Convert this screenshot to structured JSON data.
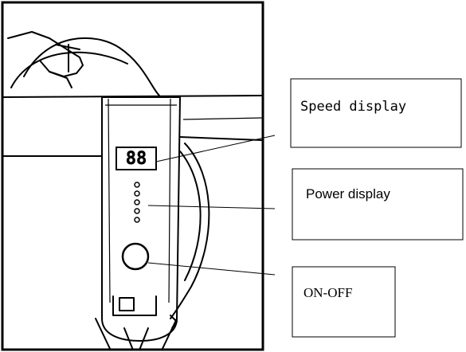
{
  "callouts": {
    "speed": "Speed display",
    "power": "Power display",
    "onoff": "ON-OFF"
  },
  "display": {
    "speed_readout": "88"
  },
  "power_indicators": [
    {
      "state": "off"
    },
    {
      "state": "off"
    },
    {
      "state": "off"
    },
    {
      "state": "off"
    },
    {
      "state": "off"
    }
  ],
  "colors": {
    "line": "#000000",
    "background": "#ffffff"
  },
  "icons": {
    "power_button": "circle-button-icon"
  }
}
